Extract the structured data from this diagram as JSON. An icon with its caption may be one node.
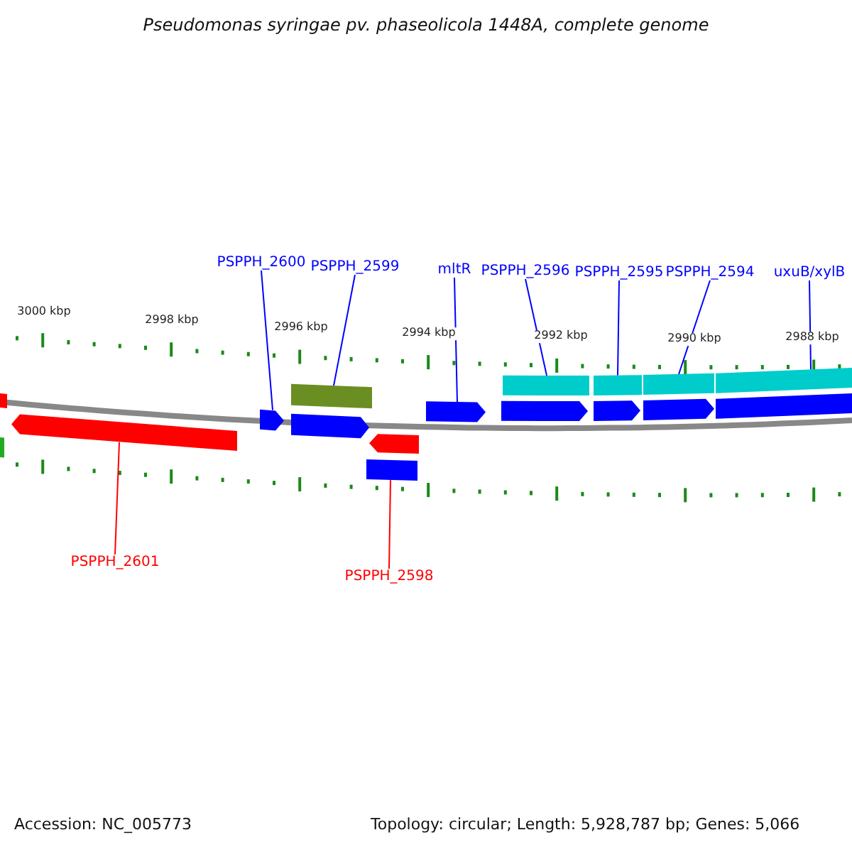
{
  "diagram": {
    "title": "Pseudomonas syringae pv. phaseolicola 1448A, complete genome",
    "nodes": [
      {
        "text": [
          "PSPPH_2600"
        ]
      },
      {
        "text": [
          "PSPPH_2599"
        ]
      },
      {
        "text": [
          "mltR"
        ]
      },
      {
        "text": [
          "PSPPH_2596"
        ]
      },
      {
        "text": [
          "PSPPH_2595"
        ]
      },
      {
        "text": [
          "PSPPH_2594"
        ]
      },
      {
        "text": [
          "uxuB/xylB"
        ]
      },
      {
        "text": [
          "PSPPH_2601"
        ]
      },
      {
        "text": [
          "PSPPH_2598"
        ]
      },
      {
        "text": [],
        "shape": "bar"
      },
      {
        "text": [],
        "shape": "bar"
      },
      {
        "text": [],
        "shape": "bar"
      },
      {
        "text": [],
        "shape": "bar"
      },
      {
        "text": [],
        "shape": "bar"
      },
      {
        "text": [],
        "shape": "bar"
      },
      {
        "text": [],
        "shape": "bar"
      },
      {
        "text": [],
        "shape": "bar"
      },
      {
        "text": [],
        "shape": "bar"
      }
    ],
    "edges": [
      {
        "from": 0,
        "to": 10,
        "arrow": "none"
      },
      {
        "from": 1,
        "to": 11,
        "arrow": "none"
      },
      {
        "from": 2,
        "to": 13,
        "arrow": "none"
      },
      {
        "from": 3,
        "to": 14,
        "arrow": "none"
      },
      {
        "from": 4,
        "to": 15,
        "arrow": "none"
      },
      {
        "from": 5,
        "to": 16,
        "arrow": "none"
      },
      {
        "from": 6,
        "to": 17,
        "arrow": "none"
      },
      {
        "from": 7,
        "to": 9,
        "arrow": "none",
        "color": "#ff0000"
      },
      {
        "from": 8,
        "to": 12,
        "arrow": "none",
        "color": "#ff0000"
      }
    ],
    "labels": [
      "3000 kbp",
      "2998 kbp",
      "2996 kbp",
      "2994 kbp",
      "2992 kbp",
      "2990 kbp",
      "2988 kbp",
      "Accession: NC_005773",
      "Topology: circular; Length: 5,928,787 bp; Genes: 5,066"
    ]
  }
}
